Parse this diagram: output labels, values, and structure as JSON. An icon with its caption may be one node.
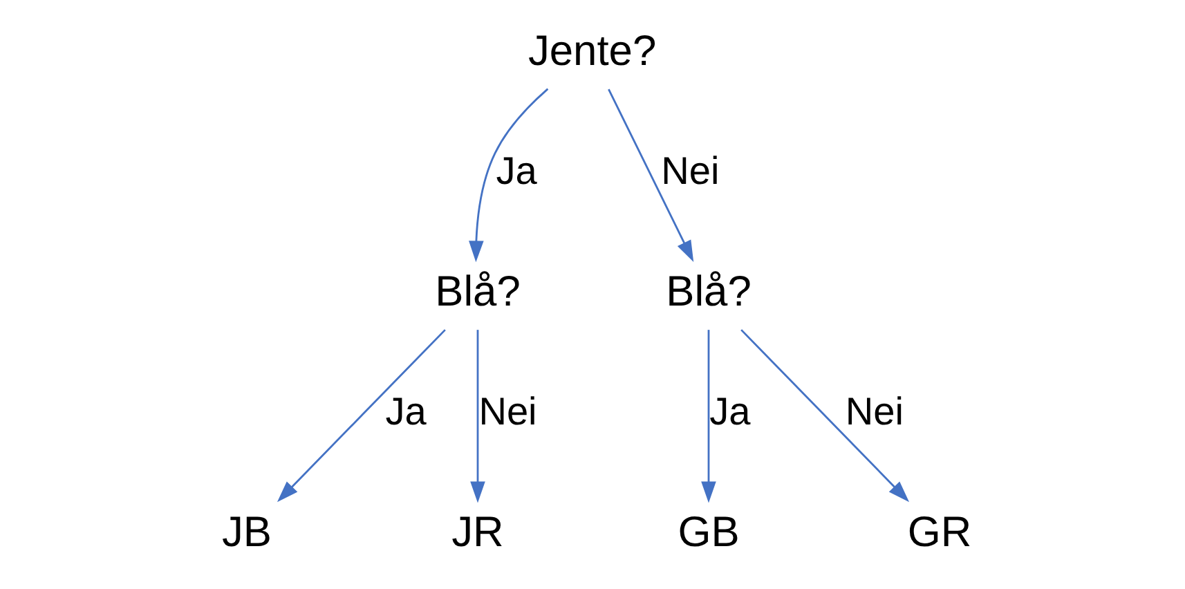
{
  "diagram": {
    "nodes": [
      {
        "text": [
          "Jente?"
        ]
      },
      {
        "text": [
          "Blå?"
        ]
      },
      {
        "text": [
          "Blå?"
        ]
      },
      {
        "text": [
          "JB"
        ]
      },
      {
        "text": [
          "JR"
        ]
      },
      {
        "text": [
          "GB"
        ]
      },
      {
        "text": [
          "GR"
        ]
      }
    ],
    "edges": [
      {
        "from": 0,
        "to": 1,
        "arrow": "to",
        "label": "Ja"
      },
      {
        "from": 0,
        "to": 2,
        "arrow": "to",
        "label": "Nei"
      },
      {
        "from": 1,
        "to": 3,
        "arrow": "to",
        "label": "Ja"
      },
      {
        "from": 1,
        "to": 4,
        "arrow": "to",
        "label": "Nei"
      },
      {
        "from": 2,
        "to": 5,
        "arrow": "to",
        "label": "Ja"
      },
      {
        "from": 2,
        "to": 6,
        "arrow": "to",
        "label": "Nei"
      }
    ]
  }
}
